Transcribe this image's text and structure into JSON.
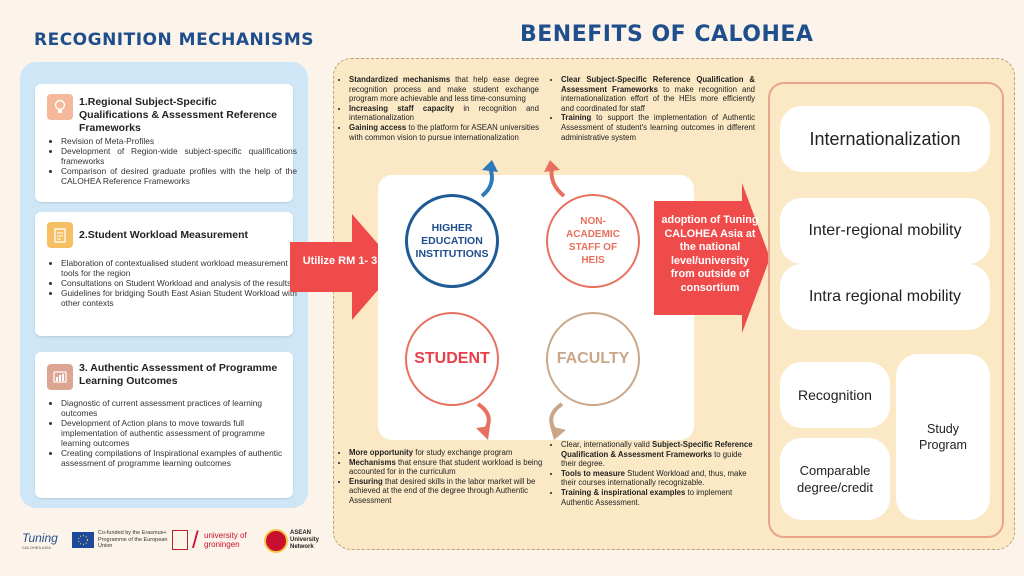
{
  "titles": {
    "left": "RECOGNITION MECHANISMS",
    "right": "BENEFITS OF CALOHEA"
  },
  "mechanisms": [
    {
      "title": "1.Regional Subject-Specific Qualifications & Assessment Reference Frameworks",
      "items": [
        "Revision of Meta-Profiles",
        "Development of Region-wide subject-specific qualifications frameworks",
        "Comparison of desired graduate profiles with the help of the CALOHEA Reference Frameworks"
      ]
    },
    {
      "title": "2.Student Workload Measurement",
      "items": [
        "Elaboration of contextualised student workload measurement tools for the region",
        "Consultations on Student Workload and analysis of the results",
        "Guidelines for bridging South East Asian Student Workload with other contexts"
      ]
    },
    {
      "title": "3. Authentic Assessment of Programme Learning Outcomes",
      "items": [
        "Diagnostic of current assessment practices of learning outcomes",
        "Development of Action plans to move towards full implementation of authentic assessment of programme learning outcomes",
        "Creating compilations of Inspirational examples of authentic assessment of programme learning outcomes"
      ]
    }
  ],
  "arrow_rm": "Utilize RM 1- 3",
  "circles": {
    "hei": "HIGHER EDUCATION INSTITUTIONS",
    "nonacad": "NON-ACADEMIC STAFF OF HEIS",
    "student": "STUDENT",
    "faculty": "FACULTY"
  },
  "benefits": {
    "hei": [
      {
        "b": "Standardized mechanisms",
        "t": " that help ease degree recognition process and make student exchange program more achievable and less time-consuming"
      },
      {
        "b": "Increasing staff capacity",
        "t": " in recognition and internationalization"
      },
      {
        "b": "Gaining access",
        "t": " to the platform for ASEAN universities with common vision to pursue internationalization"
      }
    ],
    "nonacad": [
      {
        "b": "Clear Subject-Specific Reference Qualification & Assessment Frameworks",
        "t": " to make recognition and internationalization effort of the HEIs more efficiently and coordinated for staff"
      },
      {
        "b": "Training",
        "t": " to support the implementation of Authentic Assessment of student's learning outcomes in different administrative system"
      }
    ],
    "student": [
      {
        "b": "More opportunity",
        "t": " for study exchange program"
      },
      {
        "b": "Mechanisms",
        "t": " that ensure that student workload is being accounted for in the curriculum"
      },
      {
        "b": "Ensuring",
        "t": " that desired skills in the labor market will be achieved at the end of the degree through Authentic Assessment"
      }
    ],
    "faculty": [
      {
        "p": "Clear, internationally valid ",
        "b": "Subject-Specific Reference Qualification & Assessment Frameworks",
        "t": " to guide their degree."
      },
      {
        "b": "Tools to measure",
        "t": " Student Workload and, thus, make their courses internationally recognizable."
      },
      {
        "b": "Training & inspirational examples",
        "t": " to implement Authentic Assessment."
      }
    ]
  },
  "adoption": "adoption of Tuning CALOHEA Asia at the national level/university from outside of consortium",
  "outcomes": {
    "internationalization": "Internationalization",
    "inter": "Inter-regional mobility",
    "intra": "Intra regional mobility",
    "recognition": "Recognition",
    "comparable": "Comparable degree/credit",
    "study": "Study Program"
  },
  "logos": {
    "tuning": "Tuning",
    "tuning_sub": "CALOHEA ASIA",
    "eu": "Co-funded by the Erasmus+ Programme of the European Union",
    "groningen": "university of groningen",
    "asean": "ASEAN University Network"
  },
  "colors": {
    "title_blue": "#1f4e8c",
    "arrow_red": "#f04b4b",
    "coral": "#e8705f",
    "tan": "#c9a788",
    "panel_blue": "#cfe6f7",
    "benefit_bg": "#fbe9c6"
  }
}
